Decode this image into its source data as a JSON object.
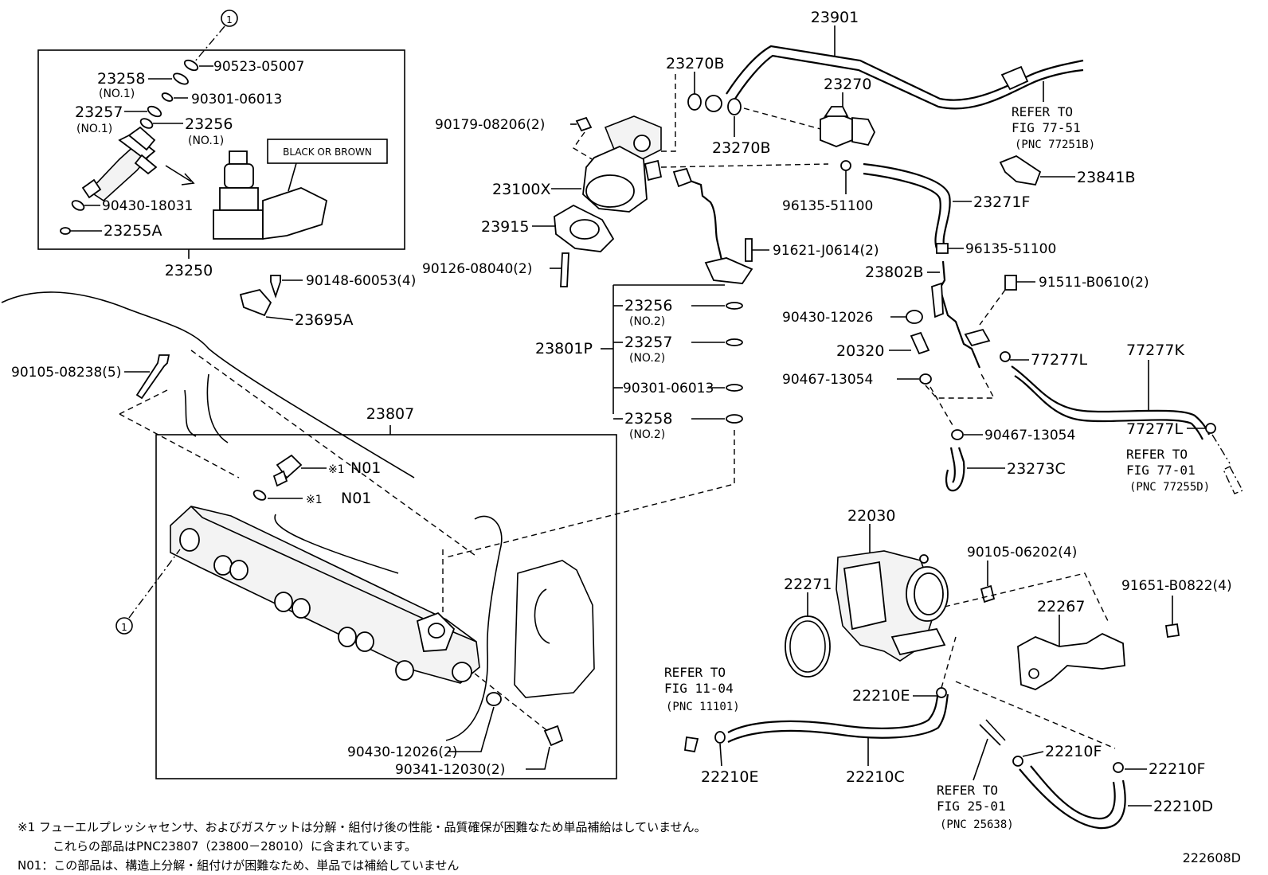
{
  "labels": {
    "l23250": "23250",
    "l90523": "90523-05007",
    "l23258a": "23258",
    "l23258a_sub": "(NO.1)",
    "l90301a": "90301-06013",
    "l23257a": "23257",
    "l23257a_sub": "(NO.1)",
    "l23256a": "23256",
    "l23256a_sub": "(NO.1)",
    "lBlack": "BLACK OR BROWN",
    "l90430a": "90430-18031",
    "l23255": "23255A",
    "l90148": "90148-60053(4)",
    "l23695": "23695A",
    "l90105a": "90105-08238(5)",
    "l23807": "23807",
    "lN01a": "N01",
    "lN01b": "N01",
    "lMarkA": "※1",
    "lMarkB": "※1",
    "lCircleTop": "1",
    "lCircleBot": "1",
    "l90430b": "90430-12026(2)",
    "l90341": "90341-12030(2)",
    "l90179": "90179-08206(2)",
    "l23100": "23100X",
    "l23915": "23915",
    "l90126": "90126-08040(2)",
    "l23801": "23801P",
    "l23256b": "23256",
    "l23256b_sub": "(NO.2)",
    "l23257b": "23257",
    "l23257b_sub": "(NO.2)",
    "l90301b": "90301-06013",
    "l23258b": "23258",
    "l23258b_sub": "(NO.2)",
    "l23901": "23901",
    "l23270Ba": "23270B",
    "l23270": "23270",
    "l23270Bb": "23270B",
    "lRef1": "REFER TO",
    "lRef1b": "FIG 77-51",
    "lRef1c": "(PNC 77251B)",
    "l23841": "23841B",
    "l96135a": "96135-51100",
    "l23271": "23271F",
    "l91621": "91621-J0614(2)",
    "l96135b": "96135-51100",
    "l23802": "23802B",
    "l91511": "91511-B0610(2)",
    "l90430c": "90430-12026",
    "l20320": "20320",
    "l77277La": "77277L",
    "l77277K": "77277K",
    "l90467a": "90467-13054",
    "l90467b": "90467-13054",
    "l77277Lb": "77277L",
    "lRef2": "REFER TO",
    "lRef2b": "FIG 77-01",
    "lRef2c": "(PNC 77255D)",
    "l23273": "23273C",
    "l22030": "22030",
    "l90105b": "90105-06202(4)",
    "l22271": "22271",
    "l22267": "22267",
    "l91651": "91651-B0822(4)",
    "lRef3": "REFER TO",
    "lRef3b": "FIG 11-04",
    "lRef3c": "(PNC 11101)",
    "l22210Ea": "22210E",
    "l22210Eb": "22210E",
    "l22210C": "22210C",
    "lRef4": "REFER TO",
    "lRef4b": "FIG 25-01",
    "lRef4c": "(PNC 25638)",
    "l22210Fa": "22210F",
    "l22210Fb": "22210F",
    "l22210D": "22210D"
  },
  "notes": {
    "line1": "※1  フューエルプレッシャセンサ、およびガスケットは分解・組付け後の性能・品質確保が困難なため単品補給はしていません。",
    "line2": "これらの部品はPNC23807（23800－28010）に含まれています。",
    "line3": "N01：この部品は、構造上分解・組付けが困難なため、単品では補給していません"
  },
  "figure_code": "222608D"
}
